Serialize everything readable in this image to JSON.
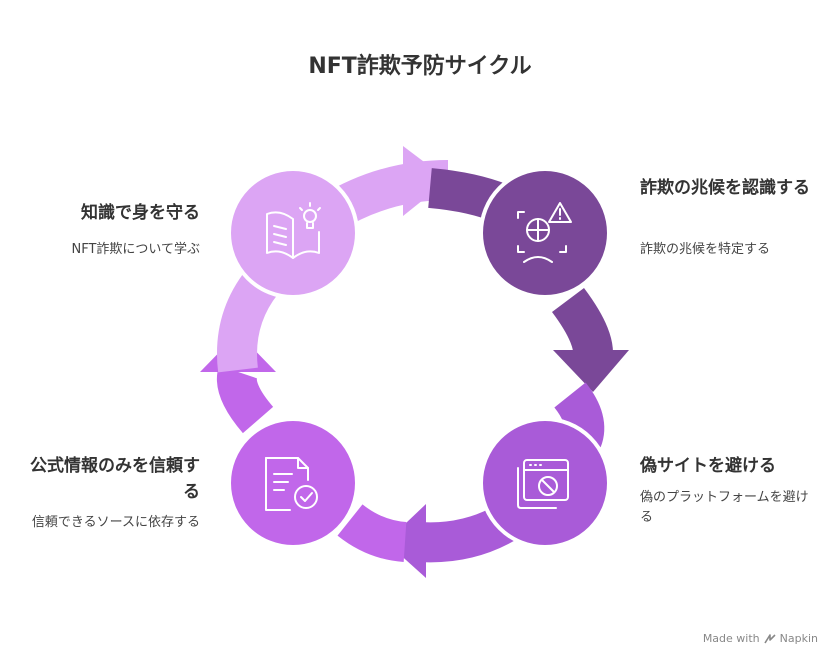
{
  "title": "NFT詐欺予防サイクル",
  "colors": {
    "learn": "#dca5f4",
    "recognize": "#7a4898",
    "avoid": "#a95bd8",
    "trust": "#c167ea",
    "arrow_top": "#dca5f4",
    "arrow_right": "#7a4898",
    "arrow_bottom": "#a95bd8",
    "arrow_left": "#c167ea"
  },
  "steps": [
    {
      "id": "learn",
      "label": "知識で身を守る",
      "desc": "NFT詐欺について学ぶ",
      "icon": "book-lightbulb-icon"
    },
    {
      "id": "recognize",
      "label": "詐欺の兆候を認識する",
      "desc": "詐欺の兆候を特定する",
      "icon": "scan-warning-icon"
    },
    {
      "id": "avoid",
      "label": "偽サイトを避ける",
      "desc": "偽のプラットフォームを避ける",
      "icon": "blocked-window-icon"
    },
    {
      "id": "trust",
      "label": "公式情報のみを信頼する",
      "desc": "信頼できるソースに依存する",
      "icon": "verified-document-icon"
    }
  ],
  "footer": {
    "text": "Made with",
    "brand": "Napkin"
  }
}
